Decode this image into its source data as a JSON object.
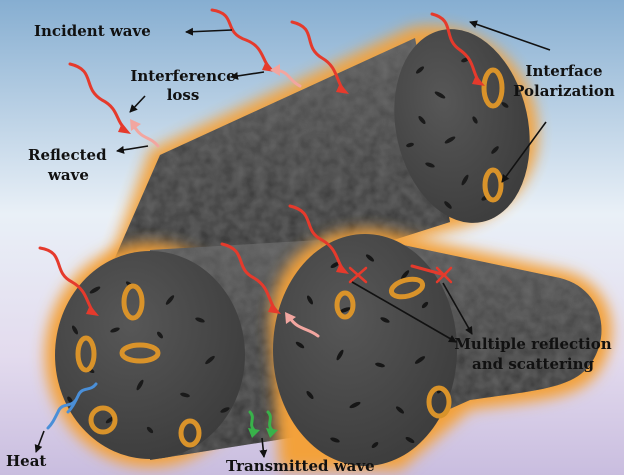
{
  "labels": {
    "incident_wave": "Incident wave",
    "interference_loss_1": "Interference",
    "interference_loss_2": "loss",
    "reflected_wave_1": "Reflected",
    "reflected_wave_2": "wave",
    "interface_polarization_1": "Interface",
    "interface_polarization_2": "Polarization",
    "multiple_reflection_1": "Multiple reflection",
    "multiple_reflection_2": "and scattering",
    "heat": "Heat",
    "transmitted_wave": "Transmitted wave"
  },
  "colors": {
    "background_top": "#8fb3d4",
    "background_mid": "#e6eef6",
    "background_bottom": "#cfc3e2",
    "fiber_body": "#3e3e3e",
    "fiber_face": "#4a4a4a",
    "glow": "#f3a13a",
    "incident_arrow": "#e53a2c",
    "reflected_arrow": "#f2a6a0",
    "heat_arrow": "#4a8fd8",
    "transmitted_arrow": "#38b24a",
    "polarization_ring": "#d9932a"
  },
  "icons": [
    "incident-wave-arrow",
    "reflected-wave-arrow",
    "heat-arrow",
    "transmitted-wave-arrow",
    "polarization-ring",
    "pore"
  ]
}
